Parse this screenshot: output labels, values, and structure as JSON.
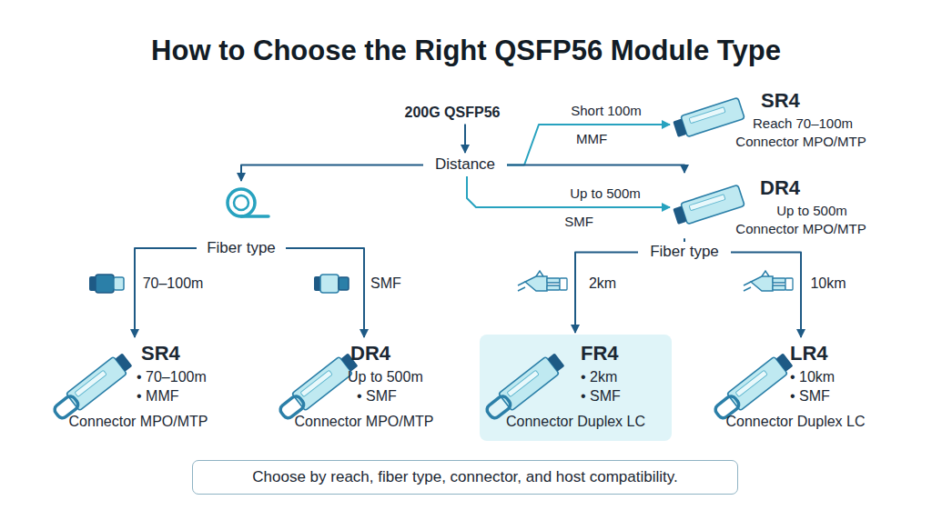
{
  "diagram": {
    "title": "How to Choose the Right QSFP56 Module Type",
    "caption": "Choose by reach, fiber type, connector, and host compatibility.",
    "nodes": [
      {
        "text": [
          "200G QSFP56"
        ]
      },
      {
        "text": [
          "Distance"
        ]
      },
      {
        "text": [
          "SR4",
          "Reach 70–100m",
          "Connector MPO/MTP"
        ]
      },
      {
        "text": [
          "DR4",
          "Up to 500m",
          "Connector MPO/MTP"
        ]
      },
      {
        "text": [
          "Fiber type"
        ]
      },
      {
        "text": [
          "Fiber type"
        ]
      },
      {
        "text": [
          "SR4",
          "• 70–100m",
          "• MMF",
          "Connector MPO/MTP"
        ]
      },
      {
        "text": [
          "DR4",
          "Up to 500m",
          "• SMF",
          "Connector MPO/MTP"
        ]
      },
      {
        "text": [
          "FR4",
          "• 2km",
          "• SMF",
          "Connector Duplex LC"
        ]
      },
      {
        "text": [
          "LR4",
          "• 10km",
          "• SMF",
          "Connector Duplex LC"
        ]
      }
    ],
    "edges": [
      {
        "from": 0,
        "to": 1,
        "arrow": "to"
      },
      {
        "from": 1,
        "to": 2,
        "label": "Short 100m",
        "arrow": "to"
      },
      {
        "from": 1,
        "to": 3,
        "arrow": "to"
      },
      {
        "from": 1,
        "to": 3,
        "label": "Up to 500m",
        "arrow": "to"
      },
      {
        "from": 1,
        "to": 4,
        "arrow": "to"
      },
      {
        "from": 3,
        "to": 5,
        "arrow": "none"
      },
      {
        "from": 4,
        "to": 6,
        "label": "70–100m",
        "arrow": "to"
      },
      {
        "from": 4,
        "to": 7,
        "label": "SMF",
        "arrow": "to"
      },
      {
        "from": 5,
        "to": 8,
        "label": "2km",
        "arrow": "to"
      },
      {
        "from": 5,
        "to": 9,
        "label": "10km",
        "arrow": "to"
      }
    ],
    "labels": [
      "MMF",
      "SMF"
    ]
  }
}
